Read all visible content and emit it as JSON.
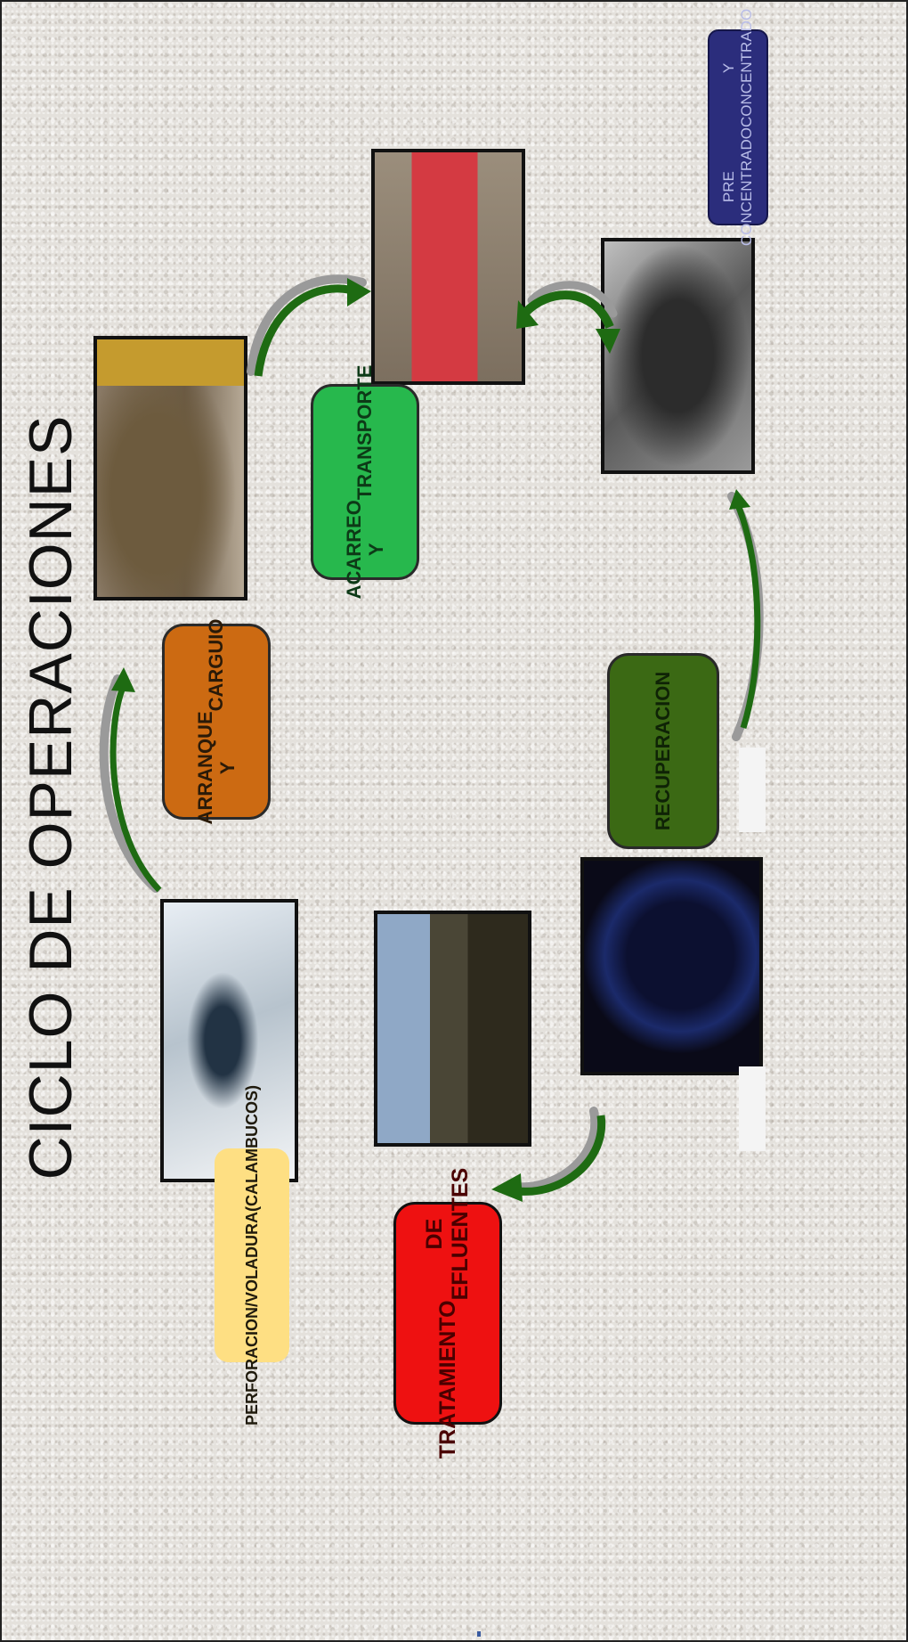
{
  "title": "CICLO DE OPERACIONES",
  "boxes": {
    "perforacion": {
      "line1": "PERFORACION/VOLADURA",
      "line2": "(CALAMBUCOS)"
    },
    "arranque": {
      "line1": "ARRANQUE Y",
      "line2": "CARGUIO"
    },
    "acarreo": {
      "line1": "ACARREO Y",
      "line2": "TRANSPORTE"
    },
    "preconcentrado": {
      "line1": "PRE CONCENTRADO",
      "line2": "Y CONCENTRADO"
    },
    "recuperacion": {
      "line1": "RECUPERACION"
    },
    "tratamiento": {
      "line1": "TRATAMIENTO",
      "line2": "DE EFLUENTES"
    }
  },
  "photos": {
    "perforacion": "blasting-photo",
    "arranque": "excavator-photo",
    "acarreo": "dump-truck-photo",
    "preconcentrado": "processing-plant-photo",
    "recuperacion": "tailings-pond-photo",
    "tratamiento": "effluent-treatment-photo"
  },
  "colors": {
    "arranque": "#cc6a12",
    "acarreo": "#27b84d",
    "recuperacion": "#3b6914",
    "tratamiento": "#ee1111",
    "perforacion": "#fedf83",
    "preconcentrado": "#2b2d7c",
    "arrow": "#1e6b12"
  }
}
